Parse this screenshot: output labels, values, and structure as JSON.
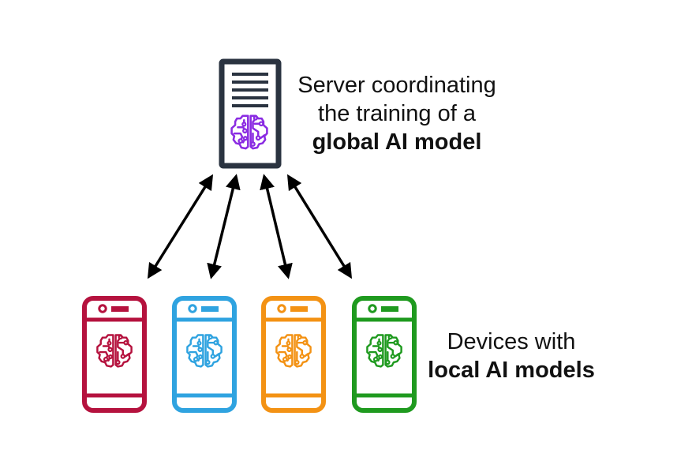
{
  "server": {
    "caption_line1": "Server coordinating",
    "caption_line2": "the training of a",
    "caption_line3": "global AI model",
    "frame_color": "#2a3340",
    "brain_color": "#8a2be2",
    "icon": "ai-brain-icon"
  },
  "devices": {
    "caption_line1": "Devices with",
    "caption_line2": "local AI models",
    "items": [
      {
        "color": "#b5123e",
        "icon": "ai-brain-icon"
      },
      {
        "color": "#2fa3e0",
        "icon": "ai-brain-icon"
      },
      {
        "color": "#f39214",
        "icon": "ai-brain-icon"
      },
      {
        "color": "#1f9a1f",
        "icon": "ai-brain-icon"
      }
    ]
  },
  "arrow_color": "#000000"
}
